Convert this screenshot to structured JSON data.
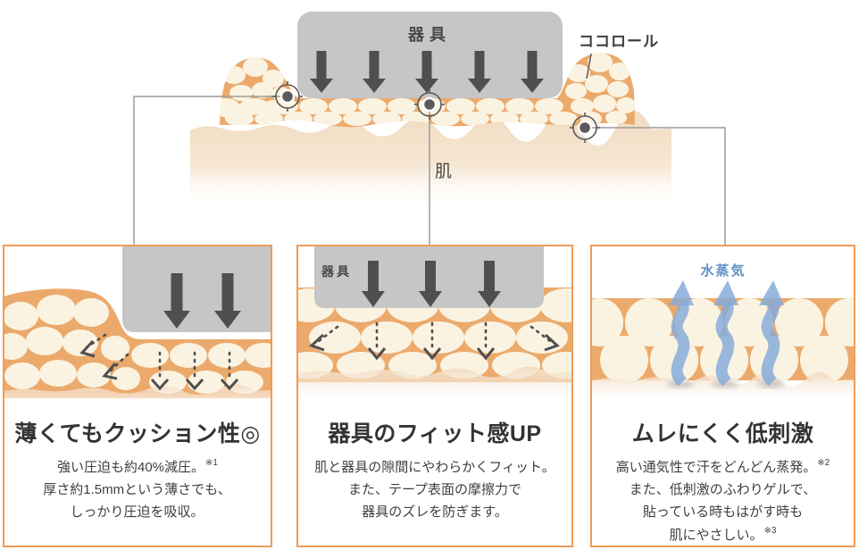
{
  "top_diagram": {
    "device_label": "器具",
    "product_label": "ココロール",
    "skin_label": "肌"
  },
  "panels": [
    {
      "title": "薄くてもクッション性◎",
      "body": [
        {
          "text": "強い圧迫も約40%減圧。",
          "sup": "※1"
        },
        {
          "text": "厚さ約1.5mmという薄さでも、",
          "sup": ""
        },
        {
          "text": "しっかり圧迫を吸収。",
          "sup": ""
        }
      ]
    },
    {
      "illustration_label": "器具",
      "title": "器具のフィット感UP",
      "body": [
        {
          "text": "肌と器具の隙間にやわらかくフィット。",
          "sup": ""
        },
        {
          "text": "また、テープ表面の摩擦力で",
          "sup": ""
        },
        {
          "text": "器具のズレを防ぎます。",
          "sup": ""
        }
      ]
    },
    {
      "illustration_label": "水蒸気",
      "title": "ムレにくく低刺激",
      "body": [
        {
          "text": "高い通気性で汗をどんどん蒸発。",
          "sup": "※2"
        },
        {
          "text": "また、低刺激のふわりゲルで、",
          "sup": ""
        },
        {
          "text": "貼っている時もはがす時も",
          "sup": ""
        },
        {
          "text": "肌にやさしい。",
          "sup": "※3"
        }
      ]
    }
  ],
  "palette": {
    "panel_border": "#F09C58",
    "tape_orange": "#EBAA6C",
    "bubble_cream": "#FBF3E1",
    "skin_tone": "#F1DBC1",
    "device_gray": "#C6C6C6",
    "arrow_dark": "#4F4F4F",
    "text_dark": "#3A3A3A",
    "vapor_blue": "#86ACD9",
    "vapor_label_blue": "#6191C4",
    "connector_gray": "#9B9B9B"
  }
}
